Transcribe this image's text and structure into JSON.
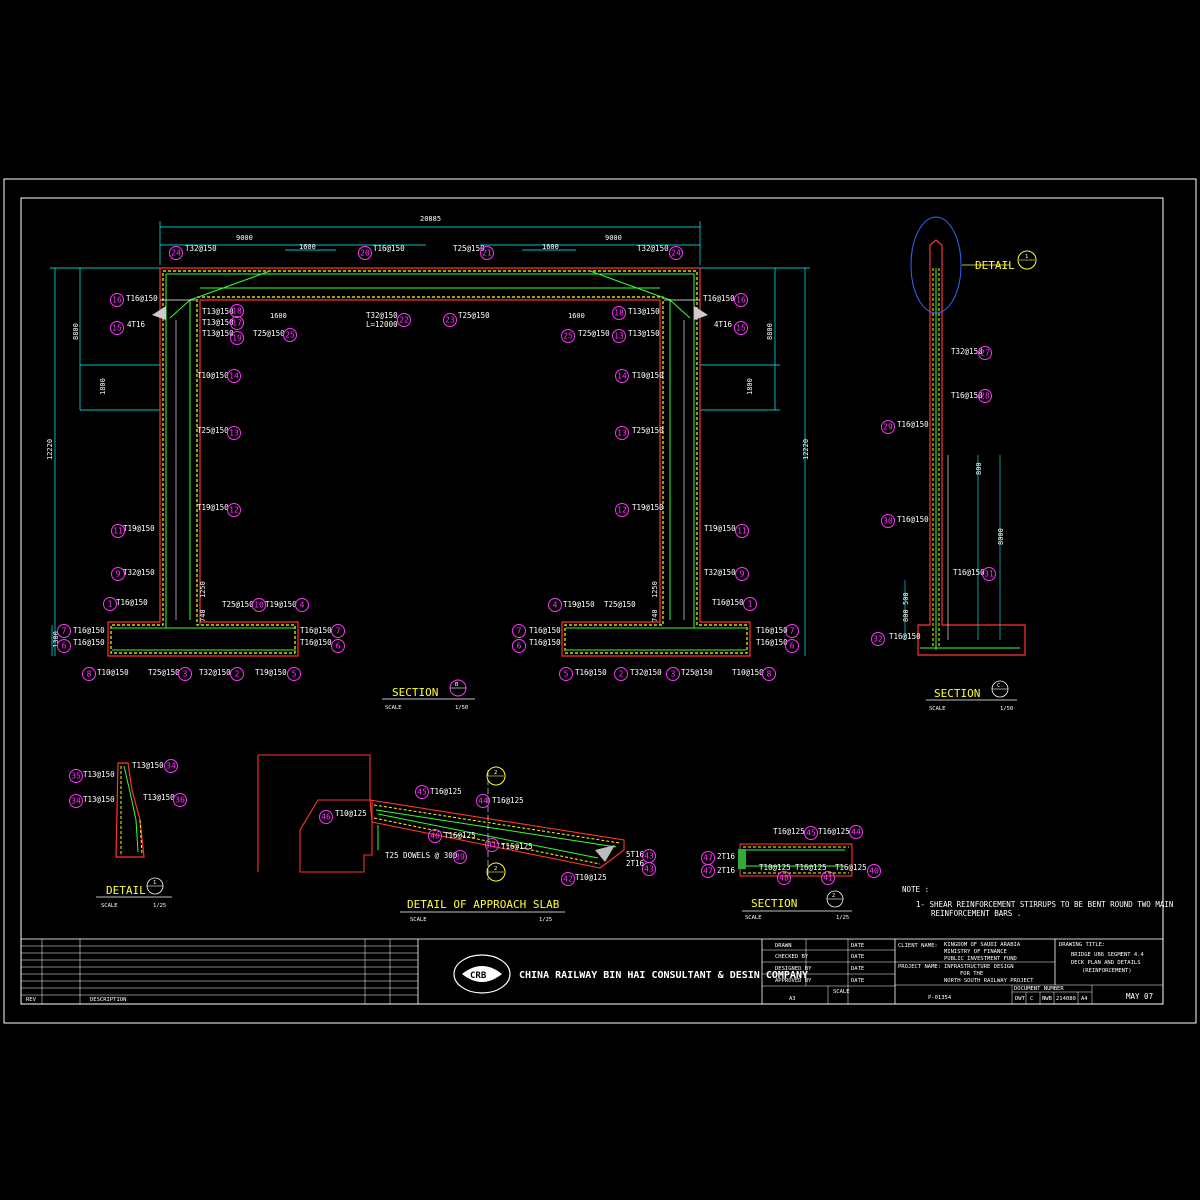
{
  "overall": {
    "width_dim": "20885",
    "left_span": "9000",
    "right_span": "9000",
    "haunch": "1600",
    "height_dim": "12220",
    "wall_dim": "8800",
    "lower_dim": "1800",
    "base_dim": "1300",
    "small_dim1": "1250",
    "small_dim2": "740"
  },
  "section_b": {
    "top_left": "T32@150",
    "top_mid1": "T16@150",
    "top_mid2": "T25@150",
    "top_right": "T32@150",
    "inner_top": "T32@150",
    "inner_top_len": "L=12000",
    "inner_mid": "T25@150",
    "haunch_left": "T16@150",
    "haunch_right": "T16@150",
    "small_left": "4T16",
    "small_right": "4T16",
    "left_a": "T13@150",
    "left_b": "T13@150",
    "left_c": "T13@150",
    "left_d": "T25@150",
    "right_a": "T13@150",
    "right_b": "T13@150",
    "right_c": "T25@150",
    "right_d": "T13@150",
    "wall_1": "T10@150",
    "wall_2": "T25@150",
    "wall_3": "T19@150",
    "outer_1": "T19@150",
    "outer_2": "T32@150",
    "outer_3": "T16@150",
    "foot_top_1": "T25@150",
    "foot_top_2": "T19@150",
    "foot_side_1": "T16@150",
    "foot_side_2": "T16@150",
    "foot_bot_1": "T10@150",
    "foot_bot_2": "T25@150",
    "foot_bot_3": "T32@150",
    "foot_bot_4": "T19@150",
    "title": "SECTION",
    "scale_label": "SCALE",
    "scale": "1/50",
    "marker": "B"
  },
  "detail_right": {
    "title": "DETAIL",
    "marker": "1",
    "bar_1": "T32@150",
    "bar_2": "T16@150",
    "bar_3": "T16@150",
    "bar_4": "T16@150",
    "bar_5": "T16@150",
    "bar_6": "T16@150",
    "dim_1": "800",
    "dim_2": "8000",
    "dim_3": "500",
    "dim_4": "800"
  },
  "section_c": {
    "title": "SECTION",
    "scale_label": "SCALE",
    "scale": "1/50",
    "marker": "C"
  },
  "detail_1": {
    "title": "DETAIL",
    "scale_label": "SCALE",
    "scale": "1/25",
    "marker": "1",
    "bar_1": "T13@150",
    "bar_2": "T13@150",
    "bar_3": "T13@150",
    "bar_4": "T13@150"
  },
  "approach": {
    "title": "DETAIL OF APPROACH SLAB",
    "scale_label": "SCALE",
    "scale": "1/25",
    "bar_1": "T10@125",
    "bar_2": "T16@125",
    "bar_3": "T16@125",
    "bar_4": "T16@125",
    "bar_5": "T16@125",
    "bar_6": "T10@125",
    "dowel": "T25 DOWELS @ 300",
    "bar_7": "5T16",
    "bar_8": "2T16",
    "marker": "2"
  },
  "section_2": {
    "title": "SECTION",
    "scale_label": "SCALE",
    "scale": "1/25",
    "marker": "2",
    "bar_1": "T16@125",
    "bar_2": "T16@125",
    "bar_3": "T10@125",
    "bar_4": "T16@125",
    "bar_5": "T16@125",
    "side_1": "2T16",
    "side_2": "2T16"
  },
  "note": {
    "heading": "NOTE :",
    "line1": "1- SHEAR REINFORCEMENT STIRRUPS TO BE BENT ROUND TWO MAIN",
    "line2": "REINFORCEMENT BARS ."
  },
  "title_block": {
    "company": "CHINA RAILWAY BIN HAI CONSULTANT & DESIN COMPANY",
    "client_label": "CLIENT NAME:",
    "client_1": "KINGDOM OF SAUDI ARABIA",
    "client_2": "MINISTRY OF FINANCE",
    "client_3": "PUBLIC INVESTMENT FUND",
    "project_label": "PROJECT NAME:",
    "project_1": "INFRASTRUCTURE DESIGN",
    "project_2": "FOR THE",
    "project_3": "NORTH SOUTH RAILWAY PROJECT",
    "drawing_title_label": "DRAWING TITLE:",
    "drawing_1": "BRIDGE UB6 SEGMENT 4.4",
    "drawing_2": "DECK PLAN AND DETAILS",
    "drawing_3": "(REINFORCEMENT)",
    "doc_number_label": "DOCUMENT NUMBER",
    "project_no": "P-01354",
    "date": "MAY 07",
    "rev": "A4",
    "drawn": "DRAWN",
    "checked": "CHECKED BY",
    "designed": "DESIGNED BY",
    "approved": "APPROVED BY",
    "date_lbl": "DATE",
    "size": "A3",
    "scale": "SCALE",
    "description": "DESCRIPTION",
    "rev_lbl": "REV",
    "s1": "DWT",
    "s2": "C",
    "s3": "NWB",
    "s4": "214080"
  }
}
